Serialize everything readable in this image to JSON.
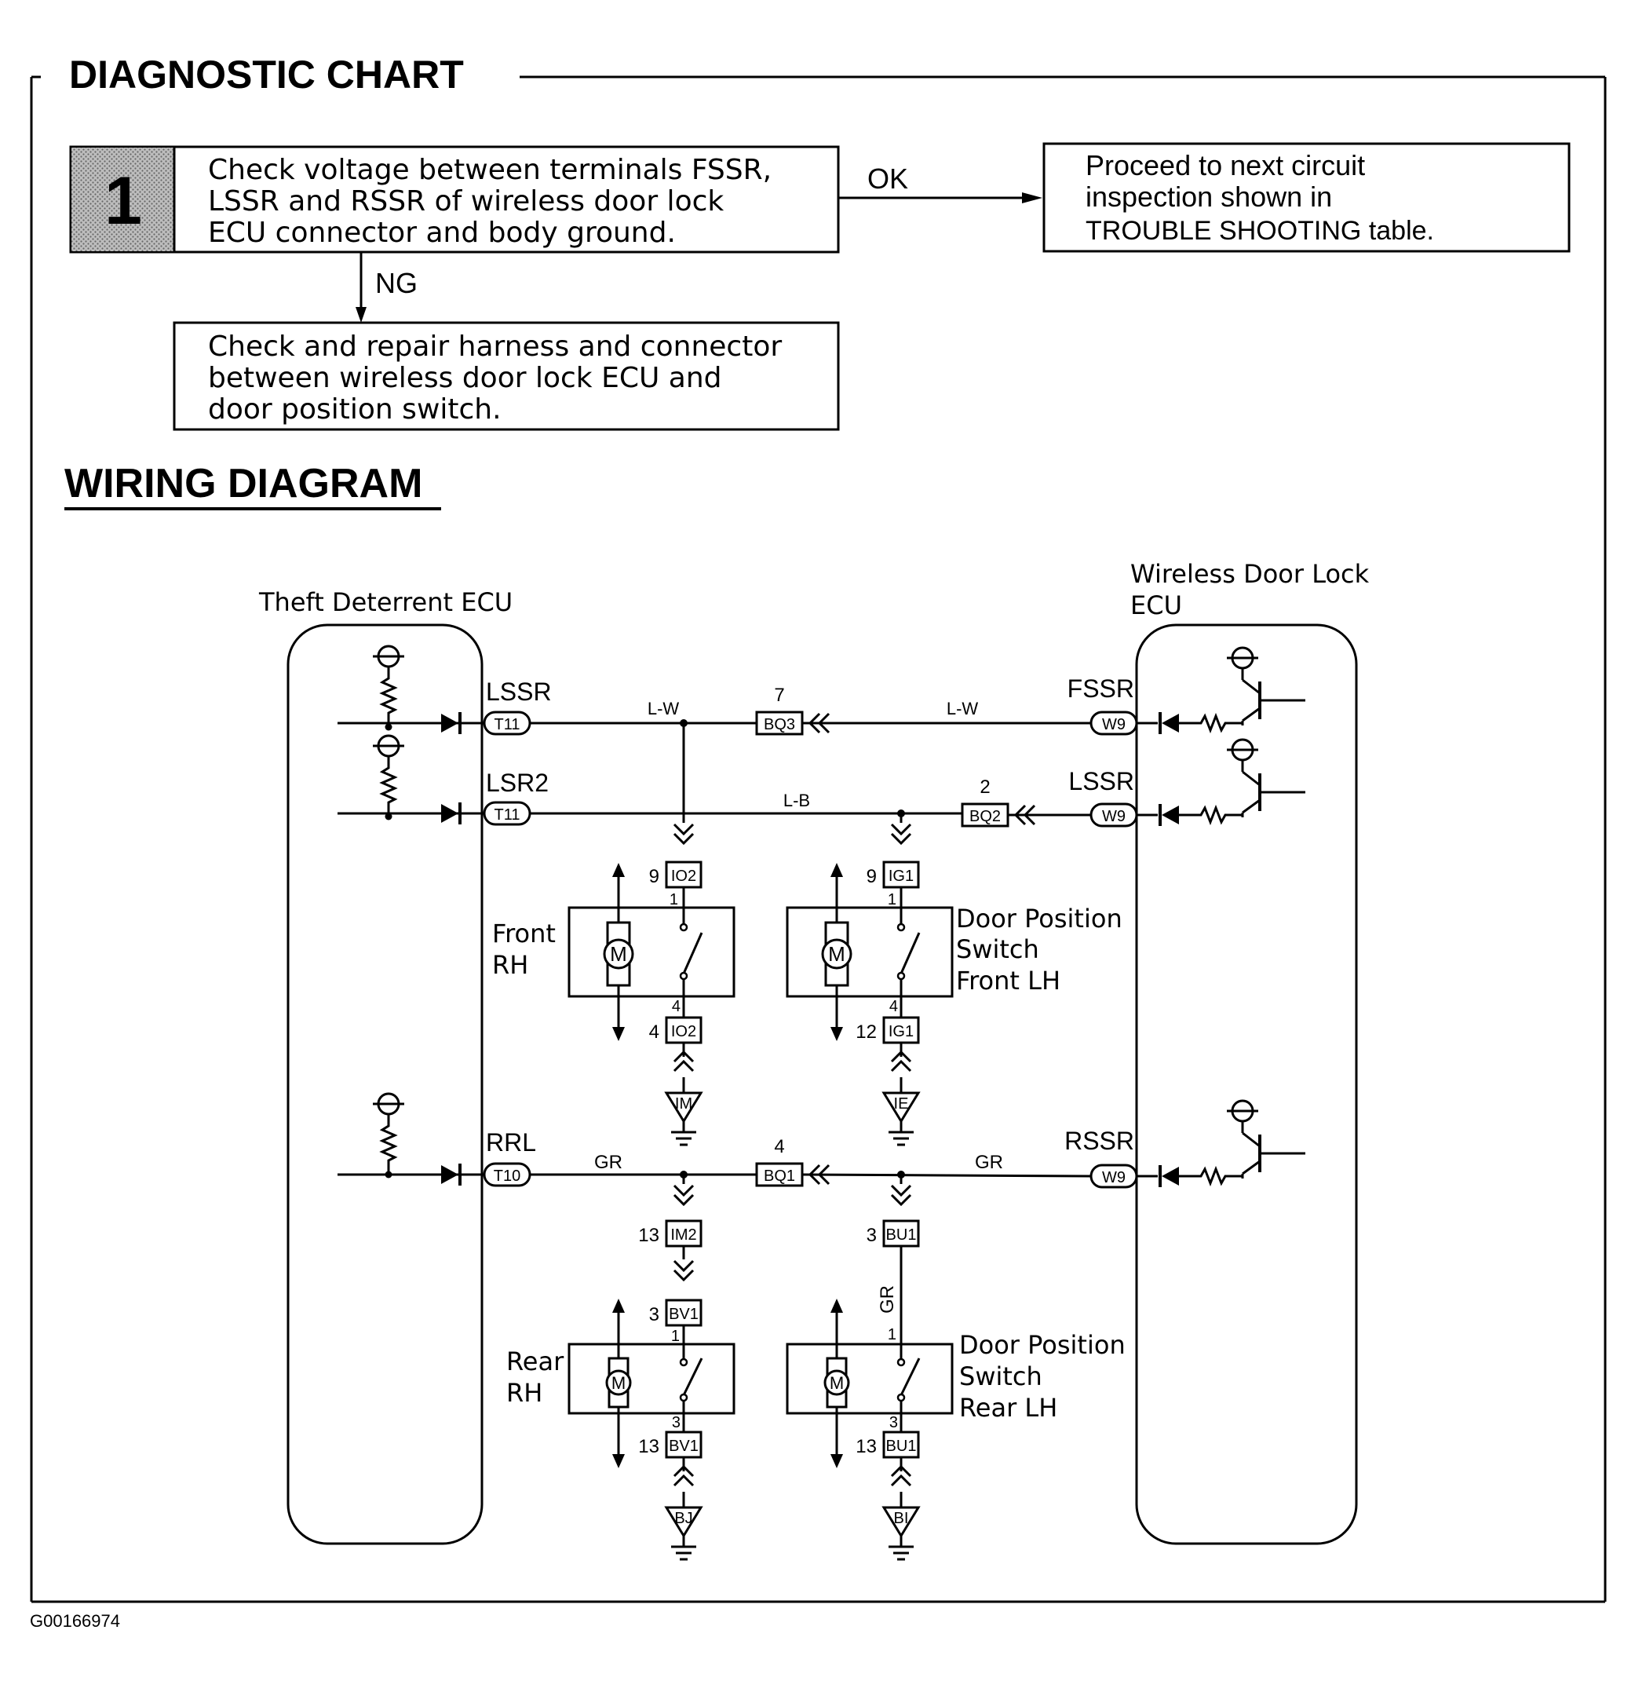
{
  "diagnostic_chart": {
    "title": "DIAGNOSTIC CHART",
    "step": {
      "number": "1",
      "lines": [
        "Check voltage between terminals FSSR,",
        "LSSR and RSSR of wireless door lock",
        "ECU connector and body ground."
      ]
    },
    "ok_label": "OK",
    "ok_result": {
      "lines": [
        "Proceed to next circuit",
        "inspection shown in",
        "TROUBLE SHOOTING table."
      ]
    },
    "ng_label": "NG",
    "ng_result": {
      "lines": [
        "Check and repair harness and connector",
        "between wireless door lock ECU and",
        "door position switch."
      ]
    }
  },
  "wiring_diagram": {
    "title": "WIRING DIAGRAM",
    "theft_ecu_label": "Theft Deterrent ECU",
    "wireless_ecu_label": [
      "Wireless Door Lock",
      "ECU"
    ],
    "left_terminals": [
      "LSSR",
      "LSR2",
      "RRL"
    ],
    "left_connectors": [
      "T11",
      "T11",
      "T10"
    ],
    "right_terminals": [
      "FSSR",
      "LSSR",
      "RSSR"
    ],
    "right_connectors": [
      "W9",
      "W9",
      "W9"
    ],
    "wire_colors": {
      "lw_left": "L-W",
      "lw_right": "L-W",
      "lb": "L-B",
      "gr_left": "GR",
      "gr_right": "GR",
      "gr_vertical": "GR"
    },
    "mid_connectors": {
      "bq3": "BQ3",
      "bq3_pin": "7",
      "bq2": "BQ2",
      "bq2_pin": "2",
      "bq1": "BQ1",
      "bq1_pin": "4"
    },
    "switches": {
      "front_rh": {
        "label": [
          "Front",
          "RH"
        ],
        "top_conn": "IO2",
        "top_pin": "9",
        "top_inner": "1",
        "bot_conn": "IO2",
        "bot_pin": "4",
        "bot_inner": "4",
        "ground": "IM"
      },
      "front_lh": {
        "label": [
          "Door Position",
          "Switch",
          "Front LH"
        ],
        "top_conn": "IG1",
        "top_pin": "9",
        "top_inner": "1",
        "bot_conn": "IG1",
        "bot_pin": "12",
        "bot_inner": "4",
        "ground": "IE"
      },
      "rear_rh": {
        "label": [
          "Rear",
          "RH"
        ],
        "top_conn": "BV1",
        "top_pin": "3",
        "top_inner": "1",
        "bot_conn": "BV1",
        "bot_pin": "13",
        "bot_inner": "3",
        "ground": "BJ"
      },
      "rear_lh": {
        "label": [
          "Door Position",
          "Switch",
          "Rear LH"
        ],
        "top_conn": "BU1",
        "top_pin": "",
        "top_inner": "1",
        "bot_conn": "BU1",
        "bot_pin": "13",
        "bot_inner": "3",
        "ground": "BI"
      }
    },
    "im2_conn": "IM2",
    "im2_pin": "13",
    "bu1_conn": "BU1",
    "bu1_pin": "3",
    "motor_symbol": "M"
  },
  "figure_id": "G00166974"
}
